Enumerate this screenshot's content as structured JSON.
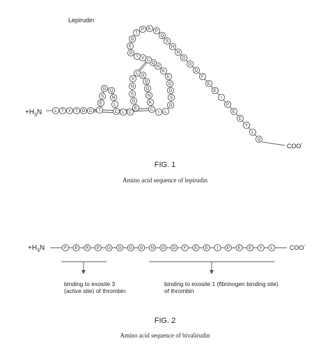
{
  "fig1": {
    "protein_name": "Lepirudin",
    "n_terminus_h": "+H",
    "n_terminus_sub": "3",
    "n_terminus_n": "N",
    "c_terminus": "COO",
    "c_terminus_sup": "-",
    "sequence": [
      "L",
      "T",
      "Y",
      "T",
      "D",
      "C",
      "T",
      "E",
      "S",
      "G",
      "Q",
      "N",
      "L",
      "C",
      "L",
      "C",
      "E",
      "G",
      "S",
      "N",
      "V",
      "C",
      "G",
      "Q",
      "G",
      "N",
      "K",
      "C",
      "I",
      "L",
      "G",
      "S",
      "D",
      "G",
      "E",
      "K",
      "N",
      "Q",
      "C",
      "V",
      "T",
      "G",
      "E",
      "G",
      "T",
      "P",
      "K",
      "P",
      "Q",
      "S",
      "H",
      "N",
      "D",
      "G",
      "D",
      "F",
      "E",
      "E",
      "I",
      "P",
      "E",
      "E",
      "Y",
      "L",
      "Q"
    ],
    "caption": "FIG. 1",
    "subcaption": "Amino acid sequence of lepirudin"
  },
  "fig2": {
    "n_terminus_h": "+H",
    "n_terminus_sub": "3",
    "n_terminus_n": "N",
    "c_terminus": "COO",
    "c_terminus_sup": "-",
    "sequence": [
      "F",
      "P",
      "R",
      "P",
      "G",
      "G",
      "G",
      "G",
      "N",
      "G",
      "D",
      "F",
      "E",
      "E",
      "I",
      "P",
      "E",
      "E",
      "Y",
      "L"
    ],
    "annotation_left_line1": "binding to exosite 3",
    "annotation_left_line2": "(active site) of thrombin",
    "annotation_right_line1": "binding to exosite 1 (fibrinogen binding site)",
    "annotation_right_line2": "of thrombin",
    "caption": "FIG. 2",
    "subcaption": "Amino acid sequence of bivalirudin"
  }
}
